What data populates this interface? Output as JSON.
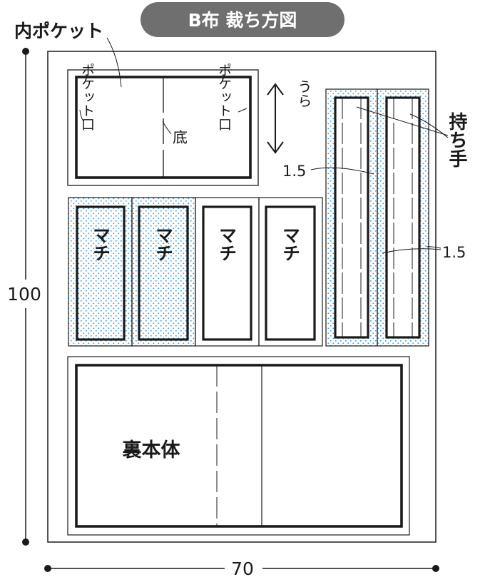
{
  "title": "B布 裁ち方図",
  "labels": {
    "inner_pocket": "内ポケット",
    "pocket_opening_left": "ポケット口",
    "pocket_opening_right": "ポケット口",
    "bottom": "底",
    "reverse_side": "うら",
    "handle": "持ち手",
    "machi_1": "マチ",
    "machi_2": "マチ",
    "machi_3": "マチ",
    "machi_4": "マチ",
    "lining_body": "裏本体",
    "seam_1": "1.5",
    "seam_2": "1.5"
  },
  "dimensions": {
    "height": "100",
    "width": "70"
  },
  "colors": {
    "dot_pattern": "#3f9fd8",
    "outline": "#1a1a1a",
    "title_bg": "#6f6f6f",
    "title_text": "#ffffff"
  }
}
